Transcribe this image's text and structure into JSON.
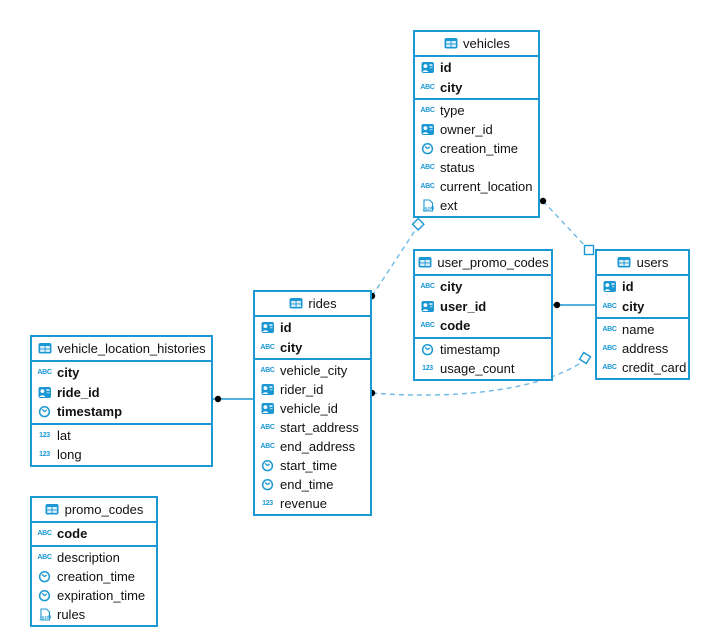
{
  "colors": {
    "accent": "#1b98d4",
    "dashed": "#6cb9e5",
    "dot": "#000000",
    "text": "#111111",
    "background": "#ffffff"
  },
  "icons": {
    "abc": "ABC",
    "num": "123",
    "json": "JSON"
  },
  "tables": [
    {
      "name": "vehicles",
      "primary": [
        {
          "type": "uuid",
          "label": "id"
        },
        {
          "type": "text",
          "label": "city"
        }
      ],
      "columns": [
        {
          "type": "text",
          "label": "type"
        },
        {
          "type": "uuid",
          "label": "owner_id"
        },
        {
          "type": "timestamp",
          "label": "creation_time"
        },
        {
          "type": "text",
          "label": "status"
        },
        {
          "type": "text",
          "label": "current_location"
        },
        {
          "type": "json",
          "label": "ext"
        }
      ]
    },
    {
      "name": "user_promo_codes",
      "primary": [
        {
          "type": "text",
          "label": "city"
        },
        {
          "type": "uuid",
          "label": "user_id"
        },
        {
          "type": "text",
          "label": "code"
        }
      ],
      "columns": [
        {
          "type": "timestamp",
          "label": "timestamp"
        },
        {
          "type": "number",
          "label": "usage_count"
        }
      ]
    },
    {
      "name": "users",
      "primary": [
        {
          "type": "uuid",
          "label": "id"
        },
        {
          "type": "text",
          "label": "city"
        }
      ],
      "columns": [
        {
          "type": "text",
          "label": "name"
        },
        {
          "type": "text",
          "label": "address"
        },
        {
          "type": "text",
          "label": "credit_card"
        }
      ]
    },
    {
      "name": "rides",
      "primary": [
        {
          "type": "uuid",
          "label": "id"
        },
        {
          "type": "text",
          "label": "city"
        }
      ],
      "columns": [
        {
          "type": "text",
          "label": "vehicle_city"
        },
        {
          "type": "uuid",
          "label": "rider_id"
        },
        {
          "type": "uuid",
          "label": "vehicle_id"
        },
        {
          "type": "text",
          "label": "start_address"
        },
        {
          "type": "text",
          "label": "end_address"
        },
        {
          "type": "timestamp",
          "label": "start_time"
        },
        {
          "type": "timestamp",
          "label": "end_time"
        },
        {
          "type": "number",
          "label": "revenue"
        }
      ]
    },
    {
      "name": "vehicle_location_histories",
      "primary": [
        {
          "type": "text",
          "label": "city"
        },
        {
          "type": "uuid",
          "label": "ride_id"
        },
        {
          "type": "timestamp",
          "label": "timestamp"
        }
      ],
      "columns": [
        {
          "type": "number",
          "label": "lat"
        },
        {
          "type": "number",
          "label": "long"
        }
      ]
    },
    {
      "name": "promo_codes",
      "primary": [
        {
          "type": "text",
          "label": "code"
        }
      ],
      "columns": [
        {
          "type": "text",
          "label": "description"
        },
        {
          "type": "timestamp",
          "label": "creation_time"
        },
        {
          "type": "timestamp",
          "label": "expiration_time"
        },
        {
          "type": "json",
          "label": "rules"
        }
      ]
    }
  ],
  "relationships": [
    {
      "from": "rides",
      "to": "vehicles",
      "line": "dashed"
    },
    {
      "from": "vehicles",
      "to": "users",
      "line": "dashed"
    },
    {
      "from": "rides",
      "to": "users",
      "line": "dashed"
    },
    {
      "from": "user_promo_codes",
      "to": "users",
      "line": "solid"
    },
    {
      "from": "vehicle_location_histories",
      "to": "rides",
      "line": "solid"
    }
  ]
}
